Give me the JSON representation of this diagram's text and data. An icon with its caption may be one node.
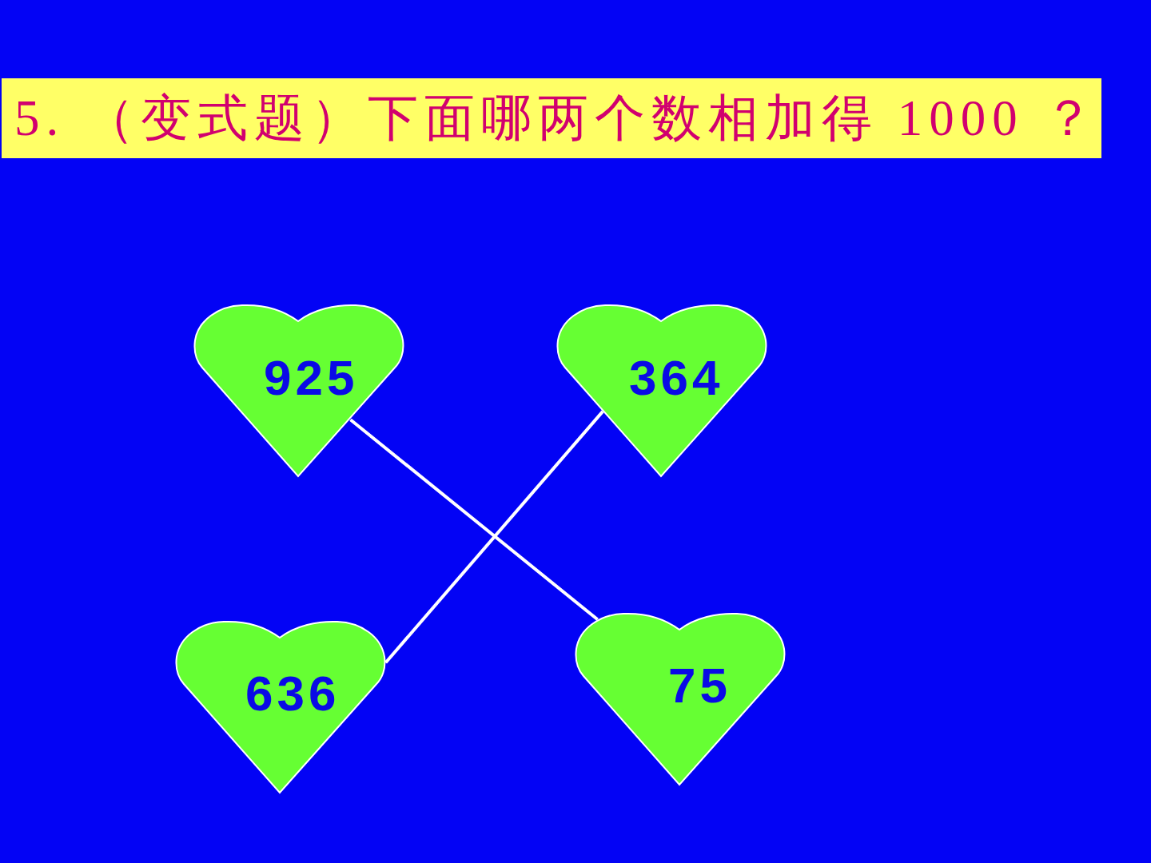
{
  "diagram": {
    "title": "5. （变式题）下面哪两个数相加得 1000 ？",
    "nodes": [
      {
        "text": [
          "925"
        ]
      },
      {
        "text": [
          "364"
        ]
      },
      {
        "text": [
          "636"
        ]
      },
      {
        "text": [
          "75"
        ]
      }
    ],
    "edges": [
      {
        "from": 0,
        "to": 3,
        "arrow": "none"
      },
      {
        "from": 1,
        "to": 2,
        "arrow": "none"
      }
    ]
  }
}
